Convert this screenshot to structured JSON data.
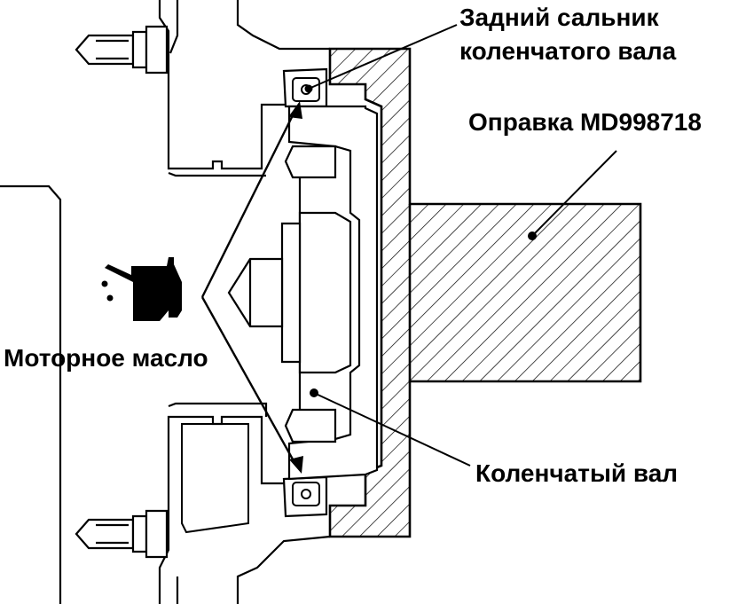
{
  "labels": {
    "rear_seal_line1": "Задний сальник",
    "rear_seal_line2": "коленчатого вала",
    "mandrel": "Оправка MD998718",
    "engine_oil": "Моторное масло",
    "crankshaft": "Коленчатый вал"
  },
  "icons": {
    "oil_can": "oil-can-icon"
  },
  "colors": {
    "ink": "#000000",
    "paper": "#ffffff"
  }
}
